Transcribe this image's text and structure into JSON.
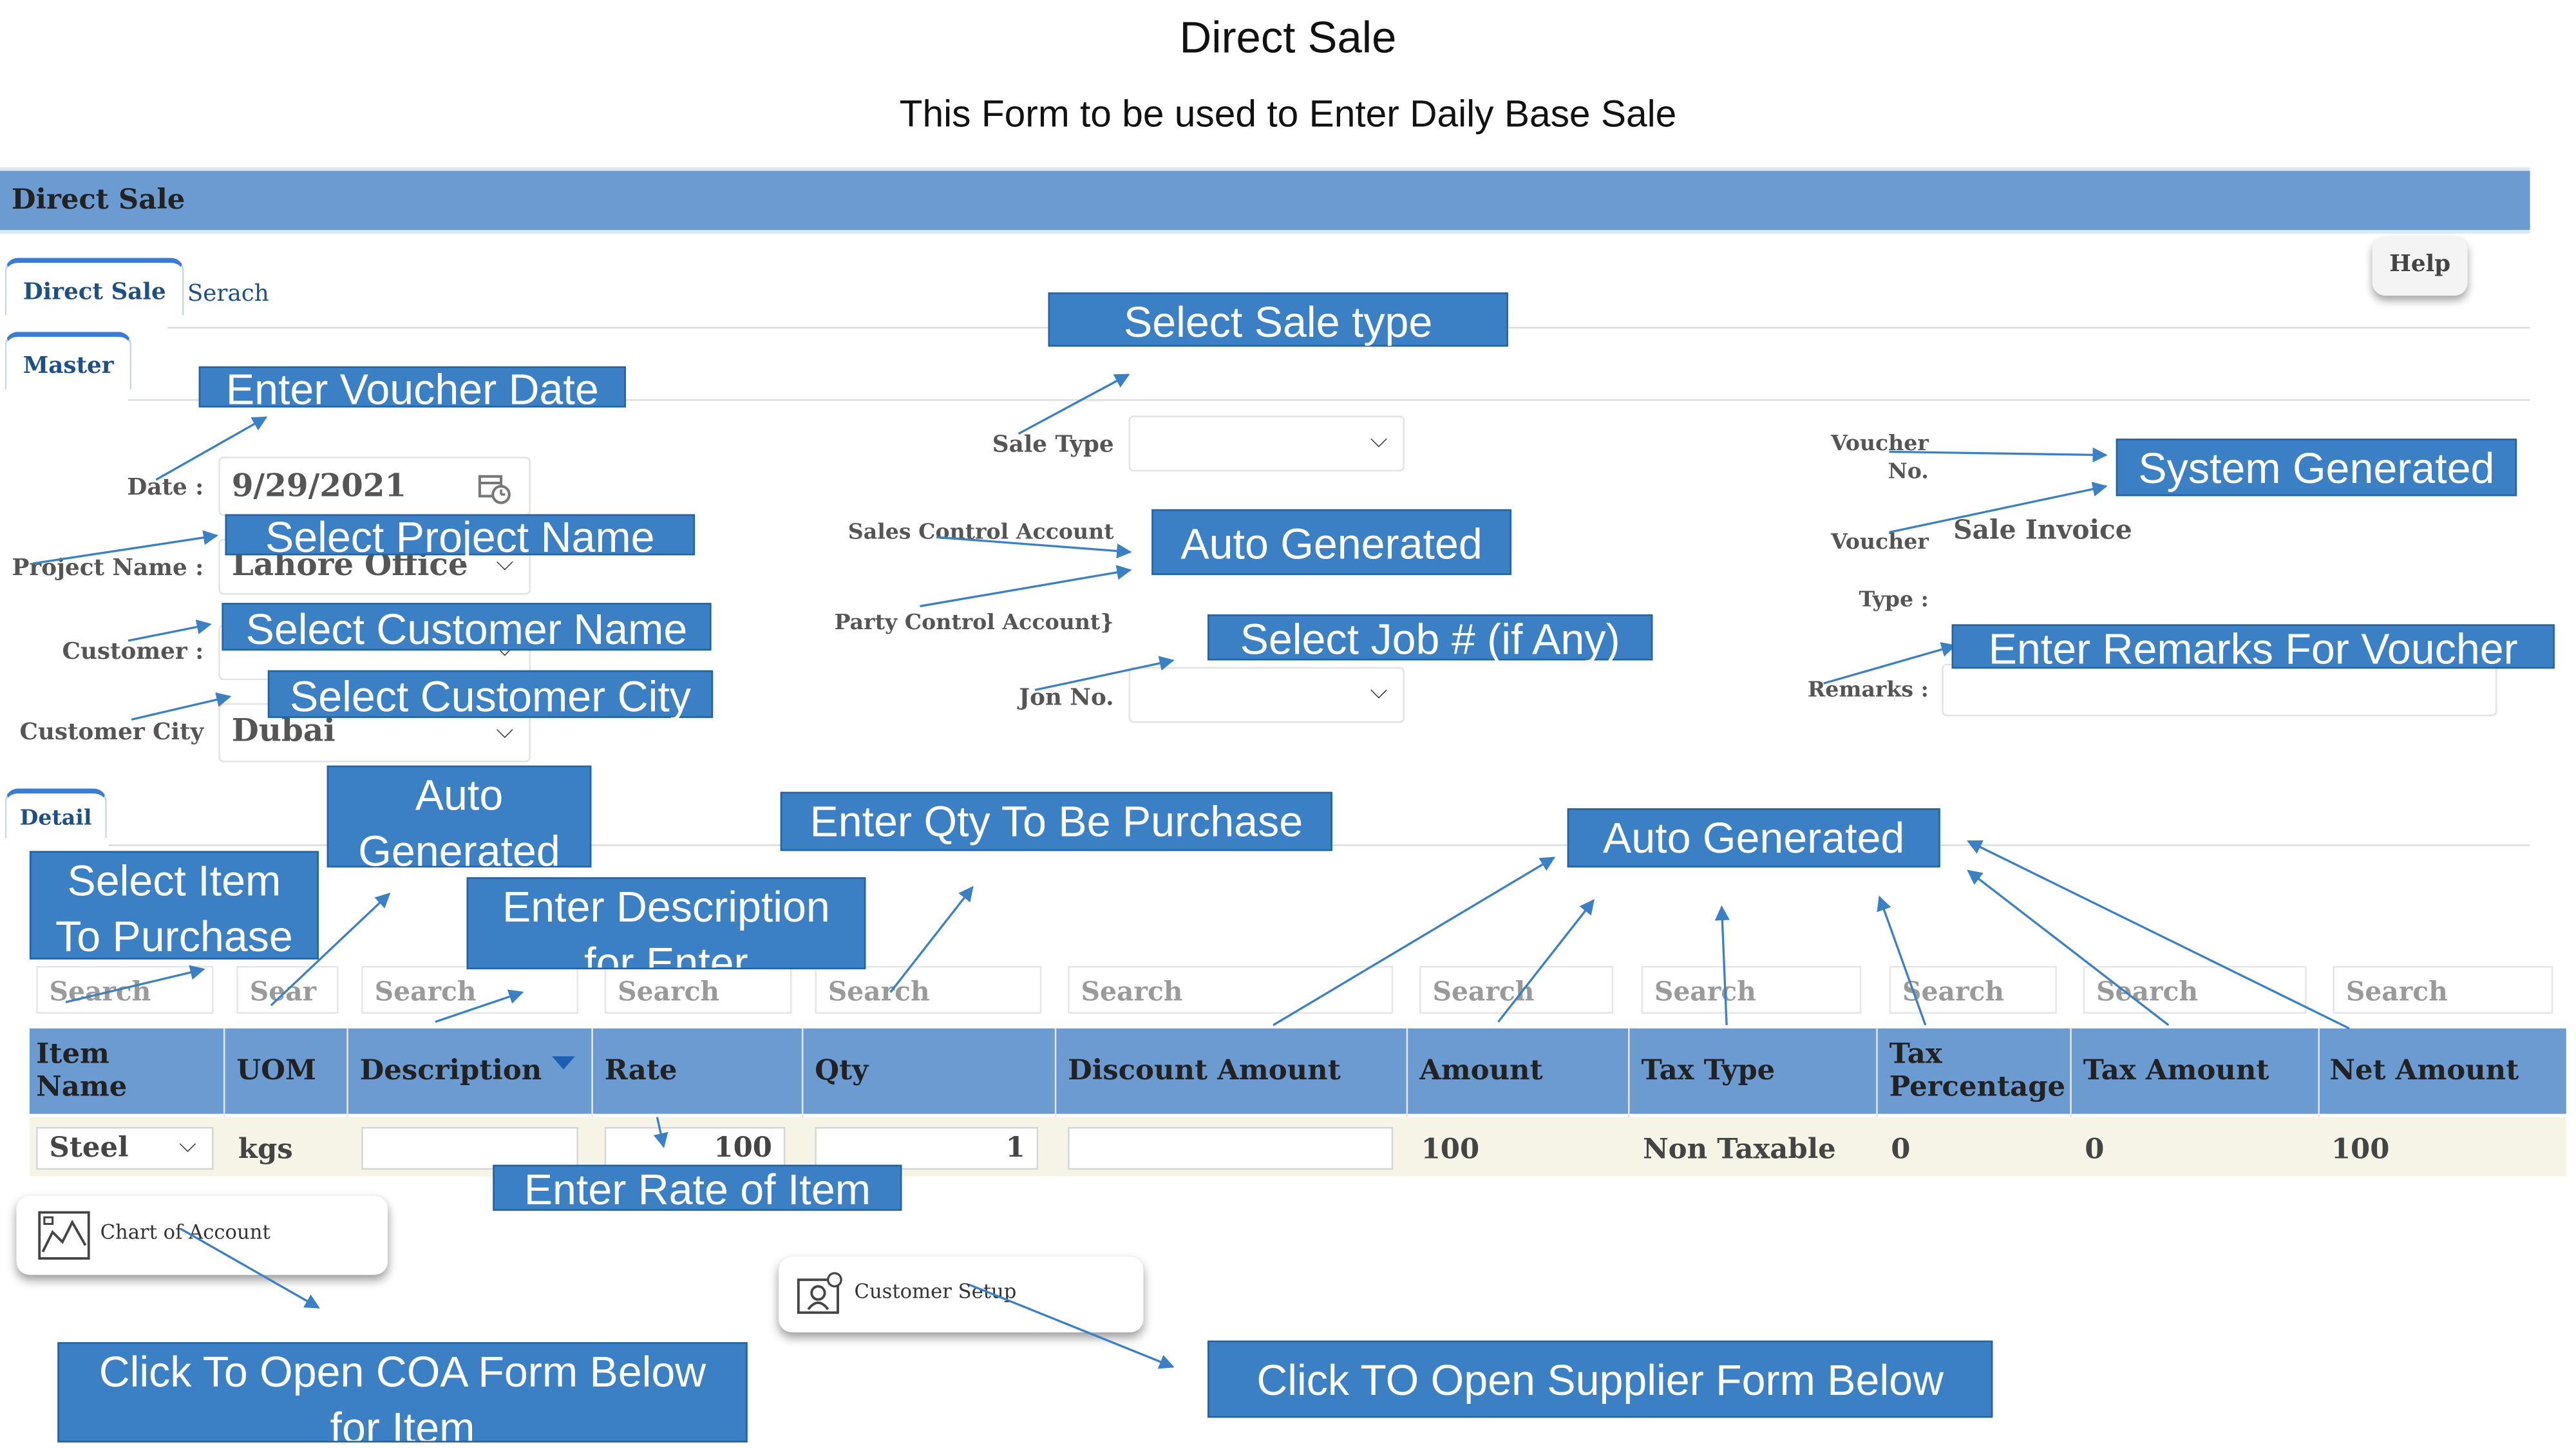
{
  "doc": {
    "title": "Direct Sale",
    "subtitle": "This Form to be used to Enter Daily Base Sale"
  },
  "app": {
    "window_title": "Direct Sale",
    "help_label": "Help",
    "tabs": [
      {
        "label": "Direct Sale",
        "active": true
      },
      {
        "label": "Serach",
        "active": false
      }
    ],
    "master_tab": "Master",
    "detail_tab": "Detail"
  },
  "master": {
    "date_label": "Date :",
    "date_value": "9/29/2021",
    "project_label": "Project Name :",
    "project_value": "Lahore Office",
    "customer_label": "Customer :",
    "customer_value": "",
    "city_label": "Customer City",
    "city_value": "Dubai",
    "sale_type_label": "Sale Type",
    "sale_type_value": "",
    "sales_control_label": "Sales Control Account",
    "party_control_label": "Party Control Account}",
    "job_label": "Jon No.",
    "job_value": "",
    "voucher_no_label_1": "Voucher",
    "voucher_no_label_2": "No.",
    "voucher_type_label_1": "Voucher",
    "voucher_type_label_2": "Type :",
    "voucher_type_value": "Sale Invoice",
    "remarks_label": "Remarks :",
    "remarks_value": ""
  },
  "grid": {
    "search_placeholder": "Search",
    "search_short": "Sear",
    "columns": [
      [
        "Item",
        "Name"
      ],
      [
        "UOM"
      ],
      [
        "Description"
      ],
      [
        "Rate"
      ],
      [
        "Qty"
      ],
      [
        "Discount Amount"
      ],
      [
        "Amount"
      ],
      [
        "Tax Type"
      ],
      [
        "Tax",
        "Percentage"
      ],
      [
        "Tax Amount"
      ],
      [
        "Net Amount"
      ]
    ],
    "row": {
      "item": "Steel",
      "uom": "kgs",
      "description": "",
      "rate": "100",
      "qty": "1",
      "discount": "",
      "amount": "100",
      "tax_type": "Non Taxable",
      "tax_pct": "0",
      "tax_amount": "0",
      "net_amount": "100"
    }
  },
  "buttons": {
    "chart_of_account": "Chart of Account",
    "customer_setup": "Customer Setup"
  },
  "callouts": {
    "sale_type": "Select Sale type",
    "voucher_date": "Enter Voucher Date",
    "project": "Select Project Name",
    "customer": "Select Customer Name",
    "city": "Select Customer City",
    "auto1": "Auto Generated",
    "system": "System Generated",
    "job": "Select Job # (if Any)",
    "remarks": "Enter Remarks For Voucher",
    "auto_uom_1": "Auto",
    "auto_uom_2": "Generated",
    "qty": "Enter Qty To Be Purchase",
    "auto2": "Auto Generated",
    "item_1": "Select Item",
    "item_2": "To Purchase",
    "desc_1": "Enter Description",
    "desc_2": "for Enter",
    "rate": "Enter Rate of Item",
    "coa_1": "Click To Open COA Form Below",
    "coa_2": "for Item",
    "supplier": "Click TO Open Supplier Form Below"
  },
  "colors": {
    "band": "#6b9bd1",
    "callout": "#3b7fc4",
    "arrow": "#3b7fc4",
    "row": "#f6f4e6"
  }
}
